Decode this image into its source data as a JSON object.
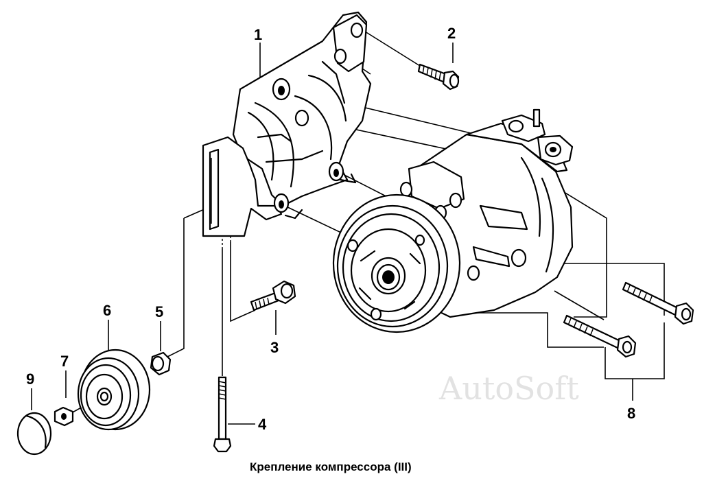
{
  "caption": "Крепление компрессора (III)",
  "watermark": "AutoSoft",
  "callouts": [
    {
      "id": "1",
      "label": "1"
    },
    {
      "id": "2",
      "label": "2"
    },
    {
      "id": "3",
      "label": "3"
    },
    {
      "id": "4",
      "label": "4"
    },
    {
      "id": "5",
      "label": "5"
    },
    {
      "id": "6",
      "label": "6"
    },
    {
      "id": "7",
      "label": "7"
    },
    {
      "id": "8",
      "label": "8"
    },
    {
      "id": "9",
      "label": "9"
    }
  ]
}
